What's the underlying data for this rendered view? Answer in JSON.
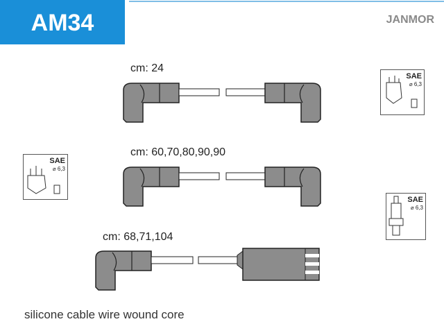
{
  "header": {
    "code": "AM34",
    "brand": "JANMOR"
  },
  "cables": [
    {
      "label": "cm: 24"
    },
    {
      "label": "cm: 60,70,80,90,90"
    },
    {
      "label": "cm: 68,71,104"
    }
  ],
  "icons": {
    "distributor_right": {
      "standard": "SAE",
      "diameter": "⌀ 6,3"
    },
    "distributor_left": {
      "standard": "SAE",
      "diameter": "⌀ 6,3"
    },
    "spark_plug": {
      "standard": "SAE",
      "diameter": "⌀ 6,3"
    }
  },
  "footer": {
    "note": "silicone cable wire wound core"
  },
  "colors": {
    "brand_blue": "#1a8fd8",
    "boot_gray": "#8c8c8c"
  }
}
